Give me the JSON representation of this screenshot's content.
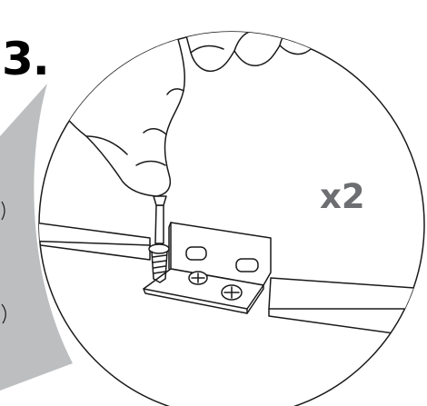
{
  "step": {
    "number": "3."
  },
  "callout": {
    "quantity": "x2"
  },
  "illustration": {
    "tool": "screwdriver-icon",
    "fastener": "screw-icon",
    "part": "angle-bracket",
    "colors": {
      "line": "#1a1a1a",
      "callout_shadow": "#bcbec0",
      "quantity_text": "#6d6e71",
      "background": "#ffffff"
    }
  }
}
